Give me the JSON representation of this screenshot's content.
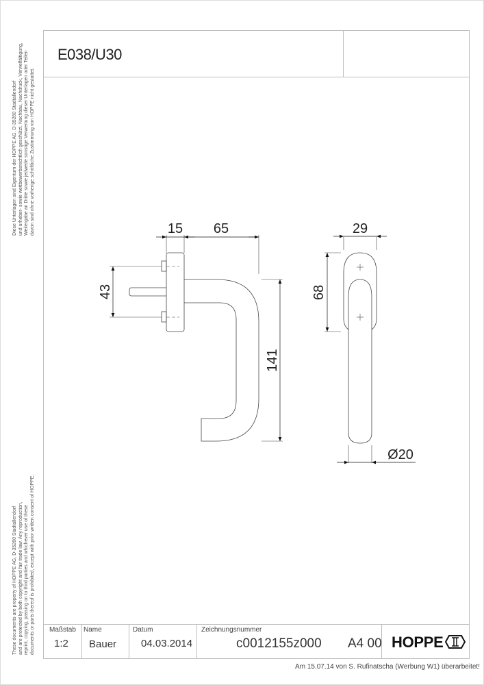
{
  "drawing": {
    "title": "E038/U30",
    "copyright_de": [
      "Diese Unterlagen sind Eigentum der  HOPPE AG, D-35260 Stadtallendorf",
      "und urheber- sowie wettbewerbsrechtlich geschützt. Nachbau, Nachdruck, Vervielfältigung,",
      "Weitergabe an Dritte sowie jedwede sonstige Verwertung dieser Unterlagen oder Teilen",
      "davon sind ohne vorherige schriftliche Zustimmung von HOPPE nicht gestattet."
    ],
    "copyright_en": [
      "These documents are property of HOPPE AG, D-35260 Stadtallendorf",
      "and are protected by both copyright and fair trade law. Any reproduction,",
      "reprint, copying, passing on to third parties and whichever use of these",
      "documents or parts thereof is prohibited, except with prior written consent of HOPPE."
    ],
    "dimensions": {
      "rose_thickness": "15",
      "lever_projection": "65",
      "screw_spacing": "43",
      "overall_length": "141",
      "rose_width": "29",
      "rose_height": "68",
      "grip_diameter": "Ø20"
    }
  },
  "title_block": {
    "scale_label": "Maßstab",
    "scale_value": "1:2",
    "name_label": "Name",
    "name_value": "Bauer",
    "date_label": "Datum",
    "date_value": "04.03.2014",
    "drawing_number_label": "Zeichnungsnummer",
    "drawing_number_value": "c0012155z000",
    "format_value": "A4 00",
    "logo_text": "HOPPE"
  },
  "footnote": "Am 15.07.14 von S. Rufinatscha (Werbung W1) überarbeitet!"
}
